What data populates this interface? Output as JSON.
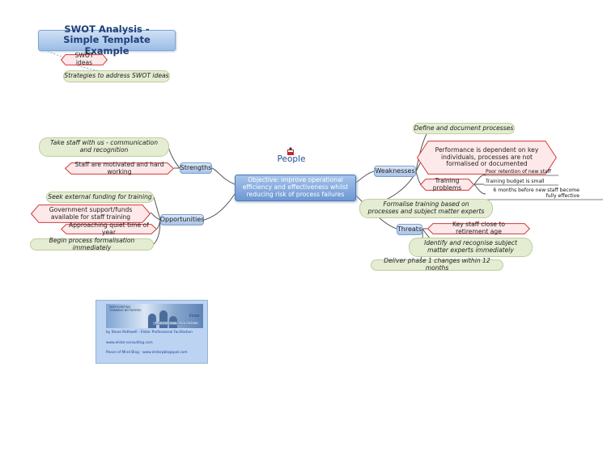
{
  "legend": {
    "title": "SWOT Analysis - Simple Template Example",
    "swot_ideas": "SWOT ideas",
    "strategies": "Strategies to address SWOT ideas"
  },
  "central": {
    "title": "People",
    "objective": "Objective: improve operational efficiency and effectiveness whilst reducing risk of process failures"
  },
  "strengths": {
    "label": "Strengths",
    "strategy": "Take staff with us - communication and recognition",
    "item": "Staff are motivated and hard working"
  },
  "opportunities": {
    "label": "Opportunities",
    "strategy_top": "Seek external funding for training",
    "item1": "Government support/funds available for staff training",
    "item2": "Approaching quiet time of year",
    "strategy_bottom": "Begin process formalisation immediately"
  },
  "weaknesses": {
    "label": "Weaknesses",
    "strategy_top": "Define and document processes",
    "item1": "Performance is dependent on key individuals, processes are not formalised or documented",
    "item2": "Training problems",
    "training_notes": [
      "Poor retention of new staff",
      "Training budget is small",
      "6 months before new staff become fully effective"
    ],
    "strategy_bottom": "Formalise training based on processes and subject matter experts"
  },
  "threats": {
    "label": "Threats",
    "item": "Key staff close to retirement age",
    "strategy1": "Identify and recognise subject matter experts immediately",
    "strategy2": "Deliver phase 1 changes within 12 months"
  },
  "card": {
    "photo_caption": "PARTICIPATING THINKING NETWORKS",
    "brand": "Elstar",
    "brand_tag": "PROFESSIONAL FACILITATION",
    "byline": "by Steve Rothwell - Elstar Professional Facilitation",
    "website": "www.elstar-consulting.com",
    "blog": "Peace of Mind Blog - www.elstarpblogspot.com"
  },
  "colors": {
    "blue_topic": "#a9c4e8",
    "central": "#6d97d3",
    "green_strategy": "#e4ecd2",
    "red_border": "#d23a3a",
    "red_fill": "#fde9e9",
    "connector": "#555555"
  }
}
